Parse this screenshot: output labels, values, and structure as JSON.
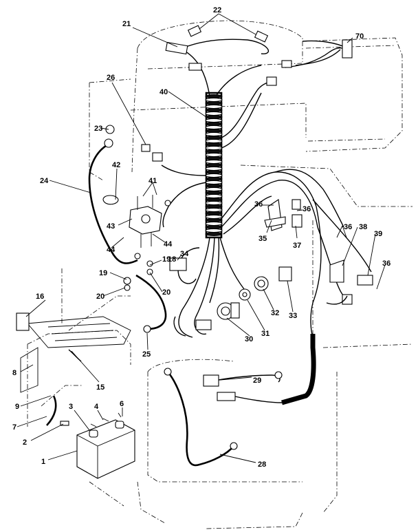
{
  "diagram": {
    "callouts": [
      {
        "id": "c1",
        "text": "1"
      },
      {
        "id": "c2",
        "text": "2"
      },
      {
        "id": "c3",
        "text": "3"
      },
      {
        "id": "c4",
        "text": "4"
      },
      {
        "id": "c6",
        "text": "6"
      },
      {
        "id": "c7",
        "text": "7"
      },
      {
        "id": "c8",
        "text": "8"
      },
      {
        "id": "c9",
        "text": "9"
      },
      {
        "id": "c15",
        "text": "15"
      },
      {
        "id": "c16",
        "text": "16"
      },
      {
        "id": "c18",
        "text": "18"
      },
      {
        "id": "c19a",
        "text": "19"
      },
      {
        "id": "c19b",
        "text": "19"
      },
      {
        "id": "c20a",
        "text": "20"
      },
      {
        "id": "c20b",
        "text": "20"
      },
      {
        "id": "c21",
        "text": "21"
      },
      {
        "id": "c22",
        "text": "22"
      },
      {
        "id": "c23",
        "text": "23"
      },
      {
        "id": "c24",
        "text": "24"
      },
      {
        "id": "c25",
        "text": "25"
      },
      {
        "id": "c26",
        "text": "26"
      },
      {
        "id": "c28",
        "text": "28"
      },
      {
        "id": "c29",
        "text": "29"
      },
      {
        "id": "c30",
        "text": "30"
      },
      {
        "id": "c31",
        "text": "31"
      },
      {
        "id": "c32",
        "text": "32"
      },
      {
        "id": "c33",
        "text": "33"
      },
      {
        "id": "c34",
        "text": "34"
      },
      {
        "id": "c35",
        "text": "35"
      },
      {
        "id": "c36a",
        "text": "36"
      },
      {
        "id": "c36b",
        "text": "36"
      },
      {
        "id": "c36c",
        "text": "36"
      },
      {
        "id": "c36d",
        "text": "36"
      },
      {
        "id": "c37",
        "text": "37"
      },
      {
        "id": "c38",
        "text": "38"
      },
      {
        "id": "c39",
        "text": "39"
      },
      {
        "id": "c40",
        "text": "40"
      },
      {
        "id": "c41",
        "text": "41"
      },
      {
        "id": "c42",
        "text": "42"
      },
      {
        "id": "c43",
        "text": "43"
      },
      {
        "id": "c44a",
        "text": "44"
      },
      {
        "id": "c44b",
        "text": "44"
      },
      {
        "id": "c70",
        "text": "70"
      }
    ]
  }
}
